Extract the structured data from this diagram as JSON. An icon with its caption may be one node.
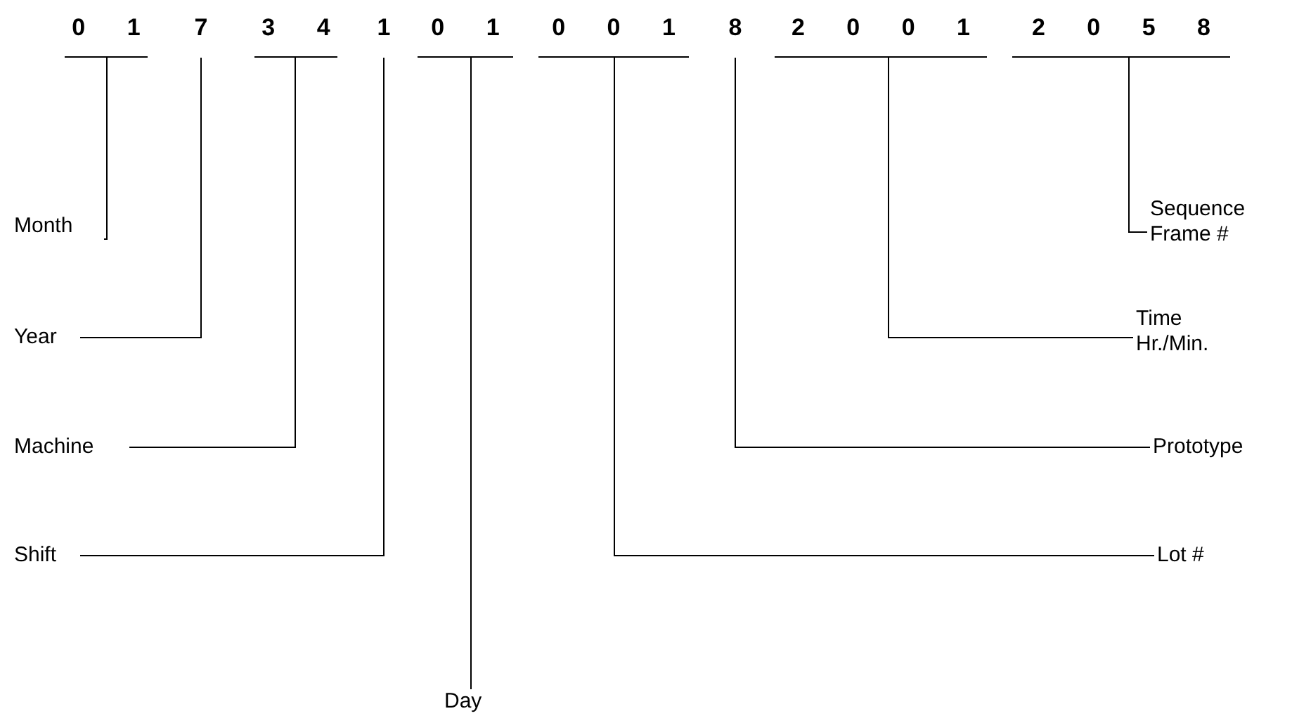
{
  "diagram": {
    "nodes": [
      {
        "text": [
          "0 1"
        ]
      },
      {
        "text": [
          "7"
        ]
      },
      {
        "text": [
          "3 4"
        ]
      },
      {
        "text": [
          "1"
        ]
      },
      {
        "text": [
          "0 1"
        ]
      },
      {
        "text": [
          "0 0 1"
        ]
      },
      {
        "text": [
          "8"
        ]
      },
      {
        "text": [
          "2 0 0 1"
        ]
      },
      {
        "text": [
          "2 0 5 8"
        ]
      },
      {
        "text": [
          "Month"
        ]
      },
      {
        "text": [
          "Year"
        ]
      },
      {
        "text": [
          "Machine"
        ]
      },
      {
        "text": [
          "Shift"
        ]
      },
      {
        "text": [
          "Day"
        ]
      },
      {
        "text": [
          "Lot #"
        ]
      },
      {
        "text": [
          "Prototype"
        ]
      },
      {
        "text": [
          "Time Hr./Min."
        ]
      },
      {
        "text": [
          "Sequence Frame #"
        ]
      }
    ],
    "edges": [
      {
        "from": 9,
        "to": 0,
        "arrow": "none"
      },
      {
        "from": 10,
        "to": 1,
        "arrow": "none"
      },
      {
        "from": 11,
        "to": 2,
        "arrow": "none"
      },
      {
        "from": 12,
        "to": 3,
        "arrow": "none"
      },
      {
        "from": 13,
        "to": 4,
        "arrow": "none"
      },
      {
        "from": 14,
        "to": 5,
        "arrow": "none"
      },
      {
        "from": 15,
        "to": 6,
        "arrow": "none"
      },
      {
        "from": 16,
        "to": 7,
        "arrow": "none"
      },
      {
        "from": 17,
        "to": 8,
        "arrow": "none"
      }
    ]
  }
}
